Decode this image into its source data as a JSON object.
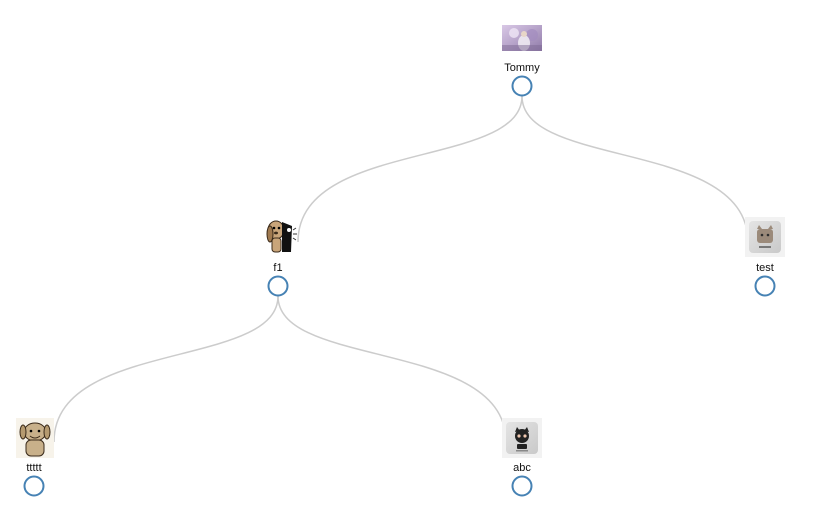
{
  "tree": {
    "root": {
      "name": "Tommy",
      "avatar": "photo-avatar",
      "children": [
        {
          "name": "f1",
          "avatar": "dog-cartoon-avatar",
          "children": [
            {
              "name": "ttttt",
              "avatar": "dog-cartoon-avatar-2",
              "children": []
            },
            {
              "name": "abc",
              "avatar": "octocat-pillow-avatar",
              "children": []
            }
          ]
        },
        {
          "name": "test",
          "avatar": "octocat-pillow-avatar-2",
          "children": []
        }
      ]
    }
  },
  "colors": {
    "link": "#cccccc",
    "node_stroke": "#4682b4",
    "node_fill": "#ffffff"
  }
}
